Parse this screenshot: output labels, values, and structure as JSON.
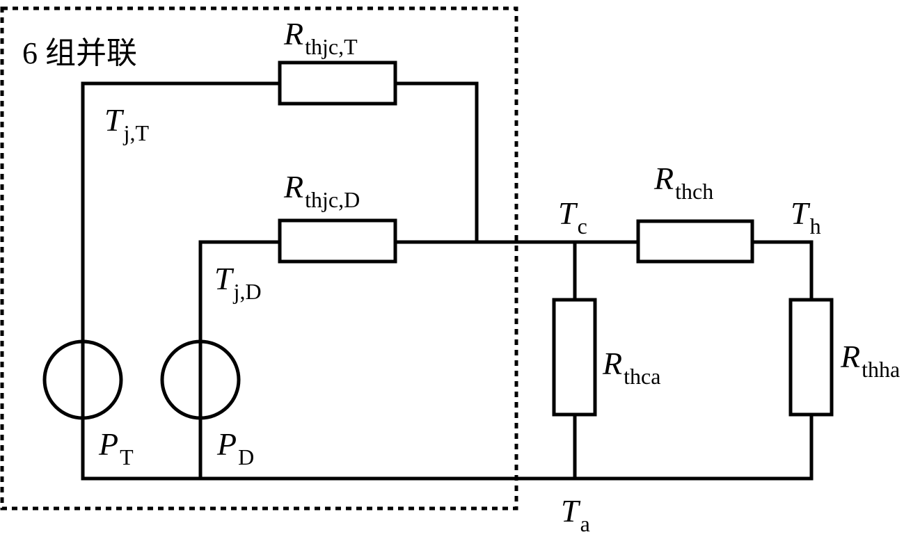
{
  "diagram": {
    "type": "thermal-equivalent-circuit",
    "group_label": "6 组并联",
    "colors": {
      "stroke": "#000000",
      "background": "#ffffff"
    },
    "resistors": [
      {
        "id": "rthjc-t",
        "symbol": "R",
        "subscript": "thjc,T",
        "orientation": "horizontal"
      },
      {
        "id": "rthjc-d",
        "symbol": "R",
        "subscript": "thjc,D",
        "orientation": "horizontal"
      },
      {
        "id": "rthch",
        "symbol": "R",
        "subscript": "thch",
        "orientation": "horizontal"
      },
      {
        "id": "rthca",
        "symbol": "R",
        "subscript": "thca",
        "orientation": "vertical"
      },
      {
        "id": "rthha",
        "symbol": "R",
        "subscript": "thha",
        "orientation": "vertical"
      }
    ],
    "sources": [
      {
        "id": "pt",
        "symbol": "P",
        "subscript": "T"
      },
      {
        "id": "pd",
        "symbol": "P",
        "subscript": "D"
      }
    ],
    "nodes": [
      {
        "id": "tjt",
        "symbol": "T",
        "subscript": "j,T"
      },
      {
        "id": "tjd",
        "symbol": "T",
        "subscript": "j,D"
      },
      {
        "id": "tc",
        "symbol": "T",
        "subscript": "c"
      },
      {
        "id": "th",
        "symbol": "T",
        "subscript": "h"
      },
      {
        "id": "ta",
        "symbol": "T",
        "subscript": "a"
      }
    ]
  }
}
